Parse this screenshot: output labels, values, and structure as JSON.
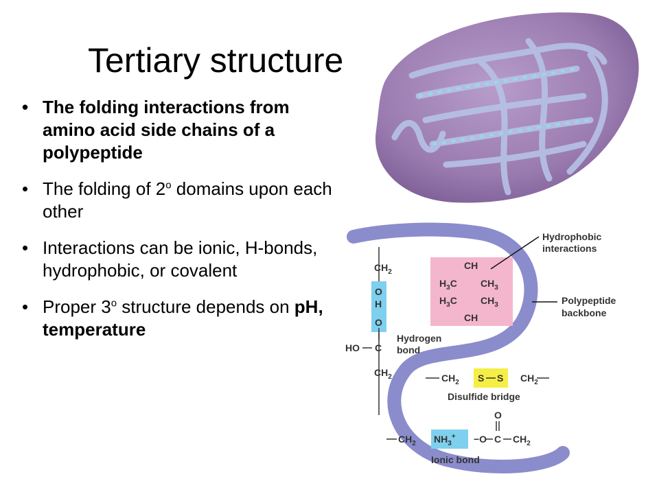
{
  "slide": {
    "title": "Tertiary structure",
    "bullets": [
      {
        "text": "The folding interactions from amino acid side chains of a polypeptide"
      },
      {
        "pre": "The folding of 2",
        "sup": "o",
        "post": " domains upon each other"
      },
      {
        "text": "Interactions can be ionic, H-bonds, hydrophobic, or covalent"
      },
      {
        "pre": "Proper 3",
        "sup": "o",
        "post": " structure depends on ",
        "bold": "pH, temperature"
      }
    ]
  },
  "diagram": {
    "labels": {
      "hydrophobic_1": "Hydrophobic",
      "hydrophobic_2": "interactions",
      "backbone_1": "Polypeptide",
      "backbone_2": "backbone",
      "hydrogen_1": "Hydrogen",
      "hydrogen_2": "bond",
      "disulfide": "Disulfide bridge",
      "ionic": "Ionic bond"
    },
    "chem": {
      "ch2": "CH",
      "ch2_sub": "2",
      "o": "O",
      "h": "H",
      "ho_c": "HO",
      "c": "C",
      "ch": "CH",
      "h3c": "H",
      "ch3": "CH",
      "sub3": "3",
      "s": "S",
      "nh3": "NH",
      "plus": "+",
      "neg_o": "−O"
    },
    "colors": {
      "backbone": "#8a8ccc",
      "hydrophobic_box": "#f4b6cd",
      "hbond_box": "#7fd0ee",
      "disulfide_box": "#f5ee45",
      "ionic_box": "#7fd0ee",
      "protein_blob": "#9a7bb0"
    }
  }
}
